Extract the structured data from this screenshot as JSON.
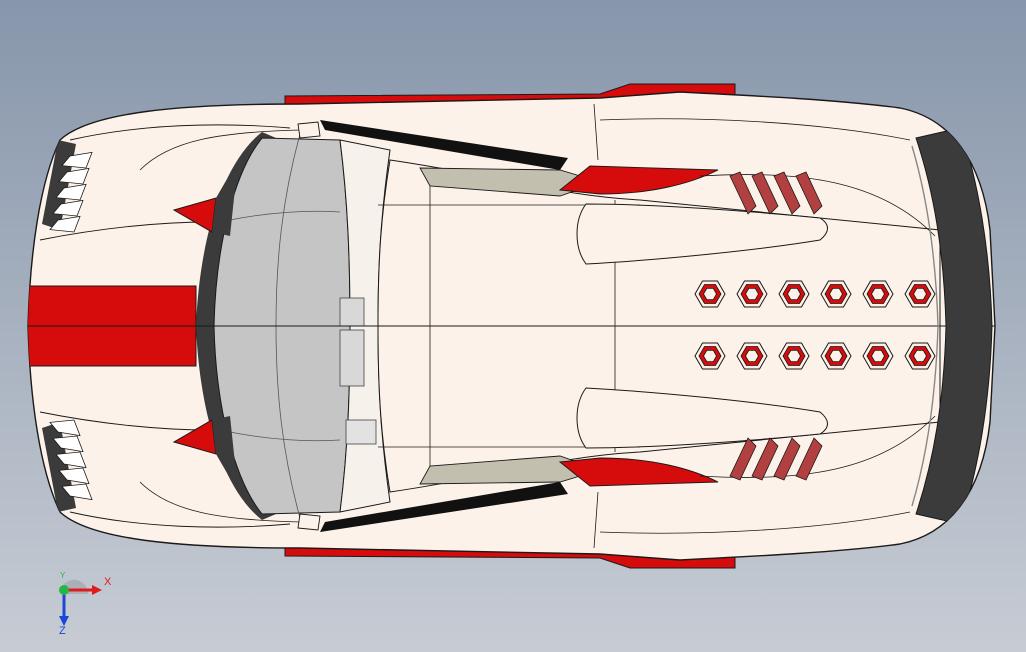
{
  "viewport": {
    "background_top": "#8796ab",
    "background_bottom": "#c7ccd4"
  },
  "car": {
    "body_color": "#fdf2e9",
    "accent_color": "#d60c0c",
    "dark_color": "#3b3b3b",
    "glass_color": "#c5c5c5",
    "line_color": "#1a1a1a",
    "hood_vents": 12
  },
  "triad": {
    "x_label": "X",
    "y_label": "Y",
    "z_label": "Z",
    "x_color": "#e01b1b",
    "y_color": "#22b845",
    "z_color": "#1c46d8"
  }
}
